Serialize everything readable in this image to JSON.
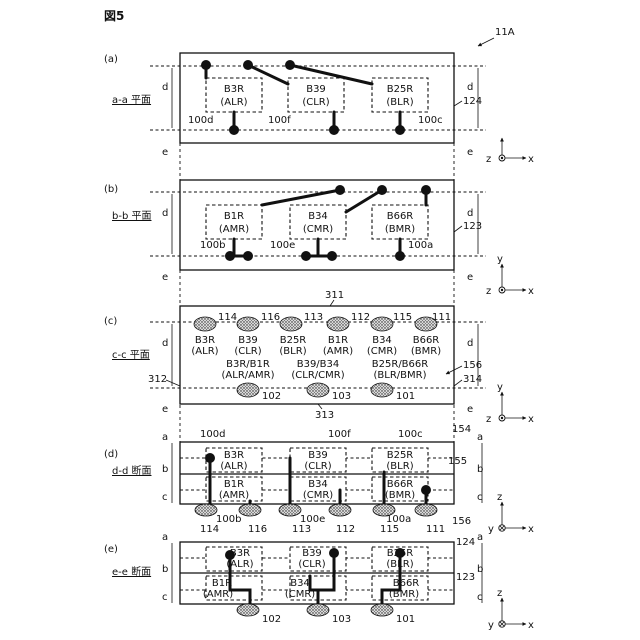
{
  "figure": {
    "title": "図5",
    "ref": "11A"
  },
  "panels": {
    "a": {
      "label": "(a)",
      "caption": "a-a 平面",
      "layer": "124",
      "boxes": [
        {
          "band": "B3R",
          "mode": "(ALR)",
          "ref": "100d"
        },
        {
          "band": "B39",
          "mode": "(CLR)",
          "ref": "100f"
        },
        {
          "band": "B25R",
          "mode": "(BLR)",
          "ref": "100c"
        }
      ],
      "dim_top": "d",
      "dim_bottom": "e",
      "axes": {
        "v": "z",
        "h": "x"
      }
    },
    "b": {
      "label": "(b)",
      "caption": "b-b 平面",
      "layer": "123",
      "boxes": [
        {
          "band": "B1R",
          "mode": "(AMR)",
          "ref": "100b"
        },
        {
          "band": "B34",
          "mode": "(CMR)",
          "ref": "100e"
        },
        {
          "band": "B66R",
          "mode": "(BMR)",
          "ref": "100a"
        }
      ],
      "dim_top": "d",
      "dim_bottom": "e",
      "axes": {
        "v": "y",
        "h": "x",
        "o": "z"
      }
    },
    "c": {
      "label": "(c)",
      "caption": "c-c 平面",
      "layer": "156",
      "top_ref": "311",
      "bottom_ref": "313",
      "left_ref": "312",
      "right_ref": "314",
      "upper_pads": [
        {
          "ref": "114",
          "band": "B3R",
          "mode": "(ALR)"
        },
        {
          "ref": "116",
          "band": "B39",
          "mode": "(CLR)"
        },
        {
          "ref": "113",
          "band": "B25R",
          "mode": "(BLR)"
        },
        {
          "ref": "112",
          "band": "B1R",
          "mode": "(AMR)"
        },
        {
          "ref": "115",
          "band": "B34",
          "mode": "(CMR)"
        },
        {
          "ref": "111",
          "band": "B66R",
          "mode": "(BMR)"
        }
      ],
      "lower_pads": [
        {
          "ref": "102",
          "band": "B3R/B1R",
          "mode": "(ALR/AMR)"
        },
        {
          "ref": "103",
          "band": "B39/B34",
          "mode": "(CLR/CMR)"
        },
        {
          "ref": "101",
          "band": "B25R/B66R",
          "mode": "(BLR/BMR)"
        }
      ],
      "dim_top": "d",
      "dim_bottom": "e",
      "axes": {
        "v": "y",
        "h": "x",
        "o": "z"
      }
    },
    "d": {
      "label": "(d)",
      "caption": "d-d 断面",
      "refs_top": [
        "100d",
        "100f",
        "100c"
      ],
      "refs_bottom": [
        "100b",
        "100e",
        "100a"
      ],
      "layer_top": "154",
      "layer_mid": "155",
      "layer_bottom": "156",
      "upper": [
        {
          "band": "B3R",
          "mode": "(ALR)"
        },
        {
          "band": "B39",
          "mode": "(CLR)"
        },
        {
          "band": "B25R",
          "mode": "(BLR)"
        }
      ],
      "lower": [
        {
          "band": "B1R",
          "mode": "(AMR)"
        },
        {
          "band": "B34",
          "mode": "(CMR)"
        },
        {
          "band": "B66R",
          "mode": "(BMR)"
        }
      ],
      "pads": [
        "114",
        "116",
        "113",
        "112",
        "115",
        "111"
      ],
      "dims": [
        "a",
        "b",
        "c"
      ],
      "axes": {
        "v": "z",
        "h": "x",
        "o": "y"
      }
    },
    "e": {
      "label": "(e)",
      "caption": "e-e 断面",
      "layer_top": "124",
      "layer_mid": "123",
      "upper": [
        {
          "band": "B3R",
          "mode": "(ALR)"
        },
        {
          "band": "B39",
          "mode": "(CLR)"
        },
        {
          "band": "B25R",
          "mode": "(BLR)"
        }
      ],
      "lower": [
        {
          "band": "B1R",
          "mode": "(AMR)"
        },
        {
          "band": "B34",
          "mode": "(CMR)"
        },
        {
          "band": "B66R",
          "mode": "(BMR)"
        }
      ],
      "pads": [
        "102",
        "103",
        "101"
      ],
      "dims": [
        "a",
        "b",
        "c"
      ],
      "axes": {
        "v": "z",
        "h": "x",
        "o": "y"
      }
    }
  }
}
